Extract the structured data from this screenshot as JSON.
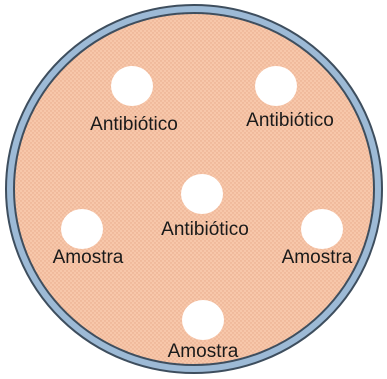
{
  "colors": {
    "plate_rim": "#9dbad6",
    "plate_outline": "#3e4e5e",
    "agar": "#f7c7aa",
    "agar_dots": "#e7a98a",
    "disc": "#ffffff"
  },
  "wells": [
    {
      "label": "Antibiótico",
      "kind": "antibiotic"
    },
    {
      "label": "Antibiótico",
      "kind": "antibiotic"
    },
    {
      "label": "Antibiótico",
      "kind": "antibiotic"
    },
    {
      "label": "Amostra",
      "kind": "sample"
    },
    {
      "label": "Amostra",
      "kind": "sample"
    },
    {
      "label": "Amostra",
      "kind": "sample"
    }
  ]
}
